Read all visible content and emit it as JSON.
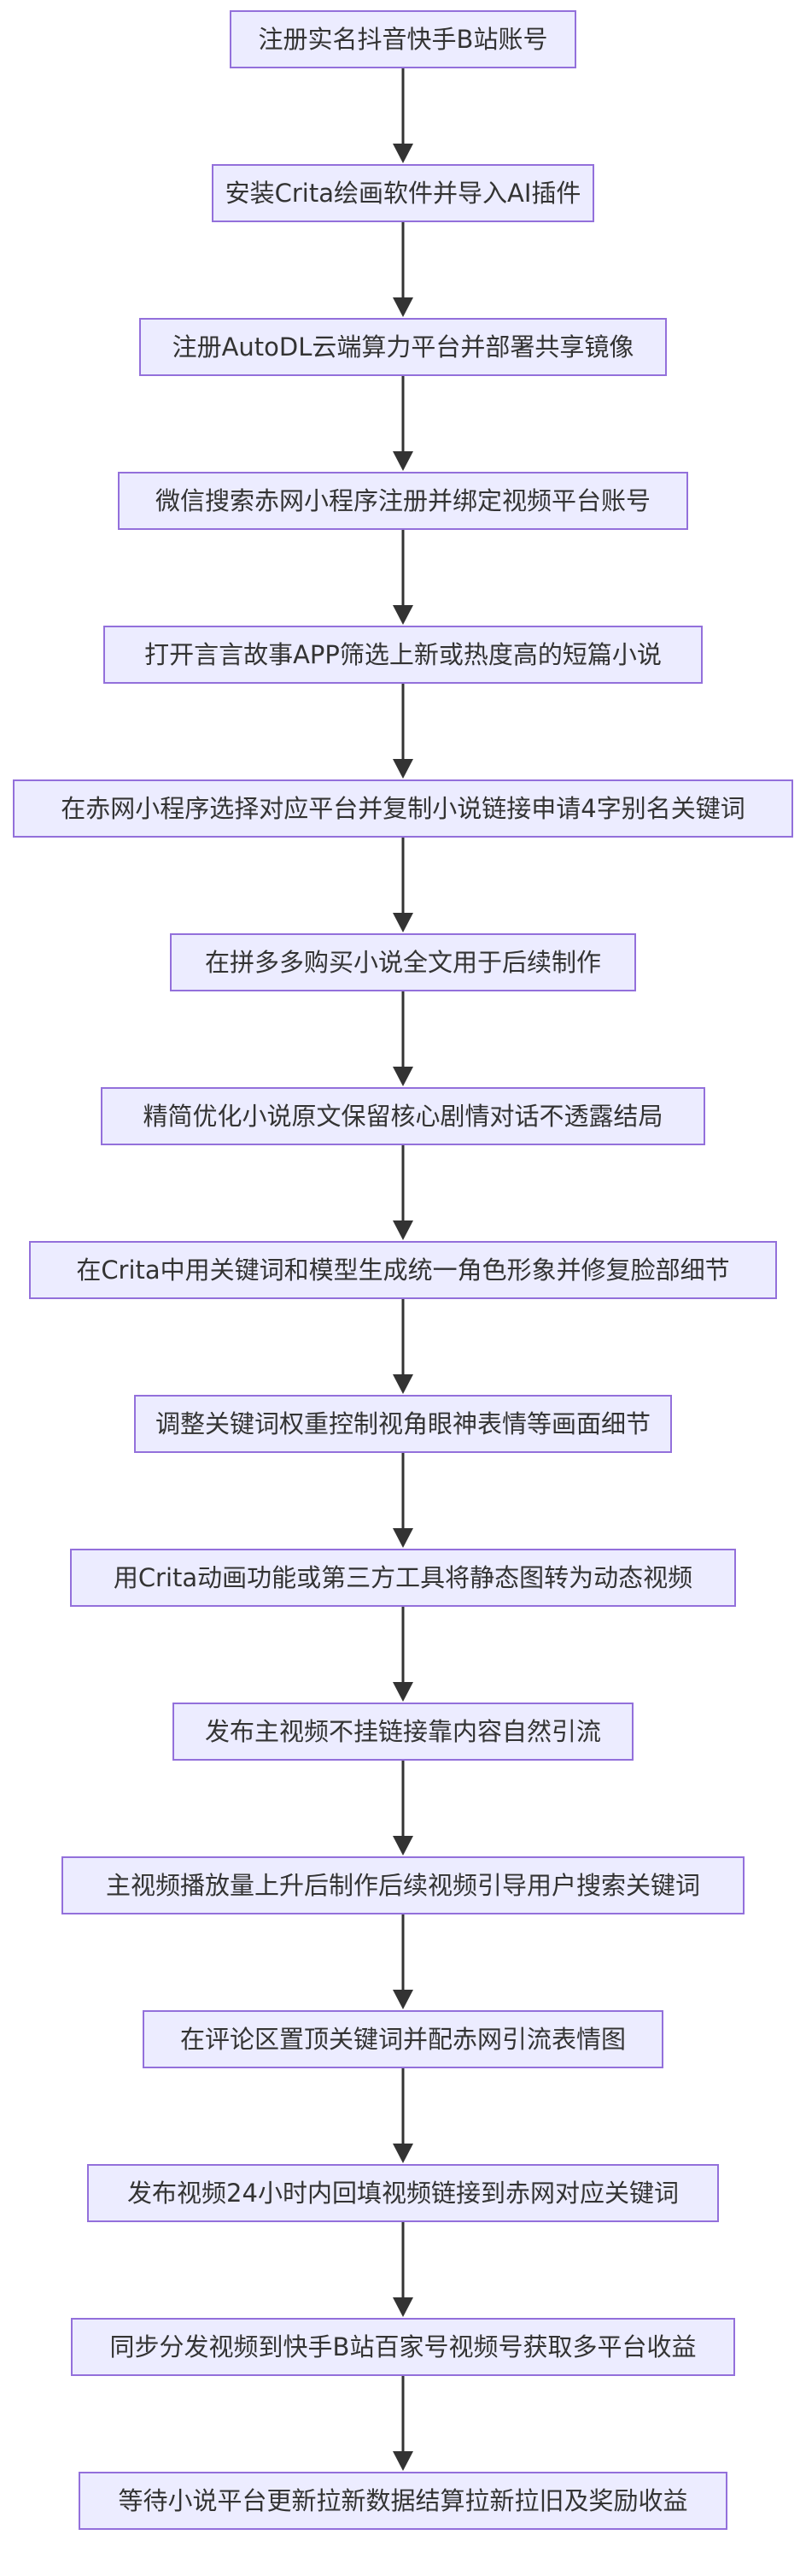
{
  "colors": {
    "node_fill": "#ececff",
    "node_border": "#9370db",
    "text": "#333333",
    "edge": "#333333"
  },
  "steps": [
    "注册实名抖音快手B站账号",
    "安装Crita绘画软件并导入AI插件",
    "注册AutoDL云端算力平台并部署共享镜像",
    "微信搜索赤网小程序注册并绑定视频平台账号",
    "打开言言故事APP筛选上新或热度高的短篇小说",
    "在赤网小程序选择对应平台并复制小说链接申请4字别名关键词",
    "在拼多多购买小说全文用于后续制作",
    "精简优化小说原文保留核心剧情对话不透露结局",
    "在Crita中用关键词和模型生成统一角色形象并修复脸部细节",
    "调整关键词权重控制视角眼神表情等画面细节",
    "用Crita动画功能或第三方工具将静态图转为动态视频",
    "发布主视频不挂链接靠内容自然引流",
    "主视频播放量上升后制作后续视频引导用户搜索关键词",
    "在评论区置顶关键词并配赤网引流表情图",
    "发布视频24小时内回填视频链接到赤网对应关键词",
    "同步分发视频到快手B站百家号视频号获取多平台收益",
    "等待小说平台更新拉新数据结算拉新拉旧及奖励收益"
  ]
}
